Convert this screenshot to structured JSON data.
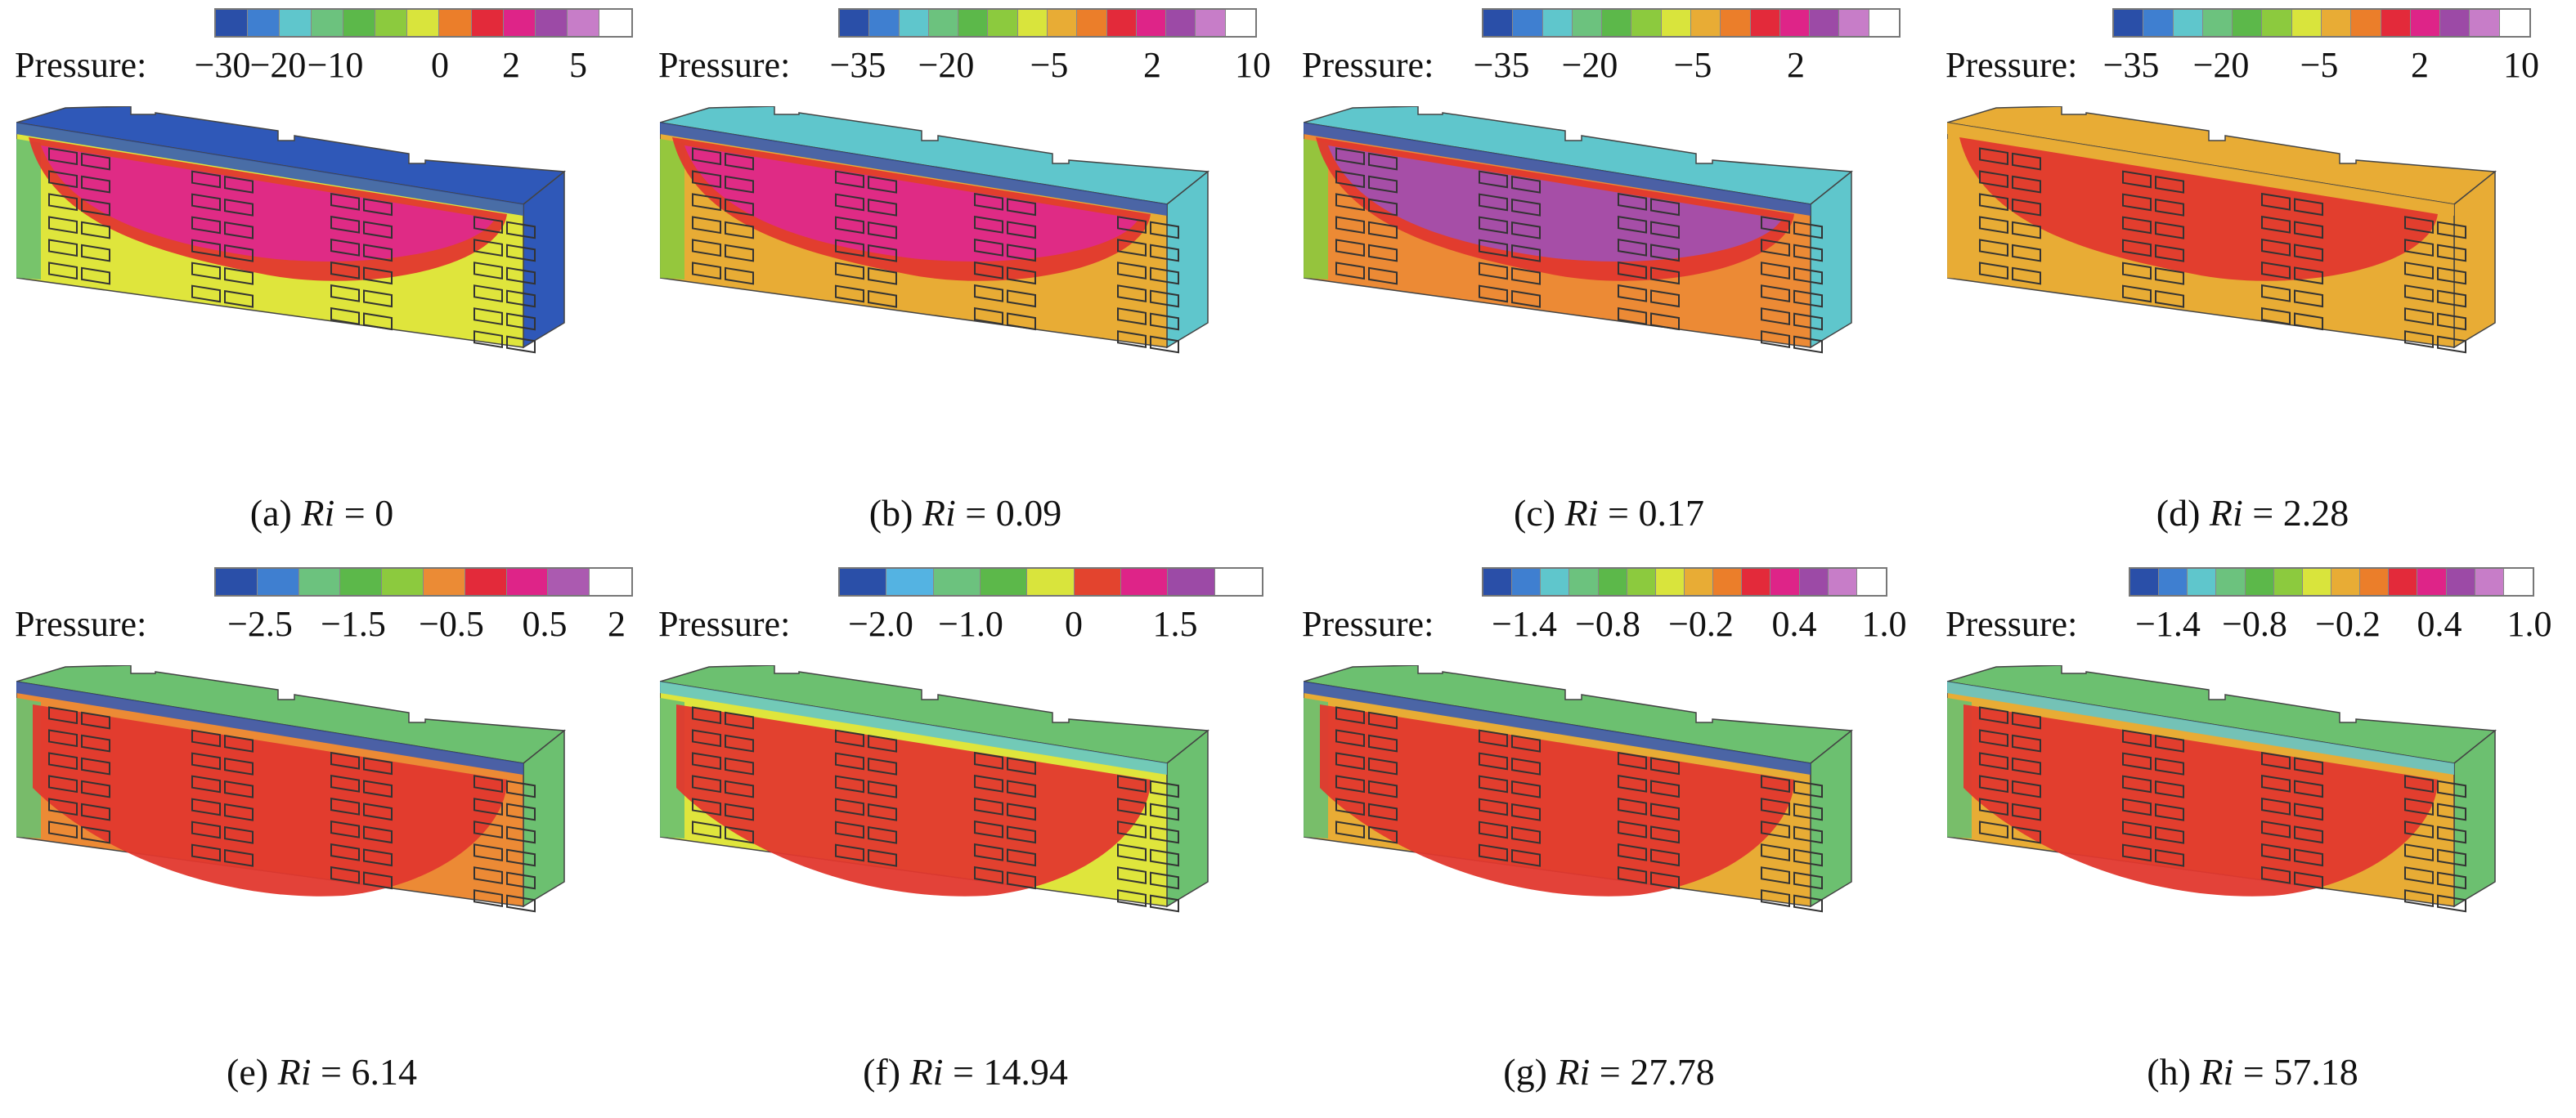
{
  "colors": {
    "p5_14": [
      "#2a4fa8",
      "#3f7fd0",
      "#5fc6cc",
      "#6cc27e",
      "#5cb84a",
      "#8cca3e",
      "#d9e43c",
      "#eb7e2a",
      "#e32a3a",
      "#de2488",
      "#9c4aa6",
      "#c77dc8",
      "#ffffff"
    ],
    "p14": [
      "#2a4fa8",
      "#3f7fd0",
      "#5fc6cc",
      "#6cc27e",
      "#5cb84a",
      "#8cca3e",
      "#d9e43c",
      "#e8ac35",
      "#eb7e2a",
      "#e32a3a",
      "#de2488",
      "#9c4aa6",
      "#c77dc8",
      "#ffffff"
    ],
    "p10": [
      "#2a4fa8",
      "#3f7fd0",
      "#6cc27e",
      "#5cb84a",
      "#8cca3e",
      "#eb8b35",
      "#e32a3a",
      "#de2488",
      "#ab5ab0",
      "#ffffff"
    ],
    "p9": [
      "#2a4fa8",
      "#54b3e2",
      "#6cc27e",
      "#5cb84a",
      "#d9e43c",
      "#e3442e",
      "#de2488",
      "#9c4aa6",
      "#ffffff"
    ],
    "surface": {
      "dark_blue": "#2f58b8",
      "light_blue": "#5fc6cc",
      "green": "#6cc070",
      "light_green": "#8cca3e",
      "yellow": "#dfe53c",
      "orange_yellow": "#e8ac35",
      "orange": "#ec8a35",
      "red": "#e2382e",
      "magenta": "#de2a8a",
      "purple": "#a24fae",
      "outline": "#444444"
    }
  },
  "panels": [
    {
      "legend_label": "Pressure:",
      "ticks": [
        "−30",
        "−20",
        "−10",
        "0",
        "2",
        "5"
      ],
      "caption_prefix": "(a) ",
      "caption_var": "Ri",
      "caption_suffix": " = 0"
    },
    {
      "legend_label": "Pressure:",
      "ticks": [
        "−35",
        "−20",
        "−5",
        "2",
        "10"
      ],
      "caption_prefix": "(b) ",
      "caption_var": "Ri",
      "caption_suffix": " = 0.09"
    },
    {
      "legend_label": "Pressure:",
      "ticks": [
        "−35",
        "−20",
        "−5",
        "2"
      ],
      "caption_prefix": "(c) ",
      "caption_var": "Ri",
      "caption_suffix": " = 0.17"
    },
    {
      "legend_label": "Pressure:",
      "ticks": [
        "−35",
        "−20",
        "−5",
        "2",
        "10"
      ],
      "caption_prefix": "(d) ",
      "caption_var": "Ri",
      "caption_suffix": " = 2.28"
    },
    {
      "legend_label": "Pressure:",
      "ticks": [
        "−2.5",
        "−1.5",
        "−0.5",
        "0.5",
        "2"
      ],
      "caption_prefix": "(e) ",
      "caption_var": "Ri",
      "caption_suffix": " = 6.14"
    },
    {
      "legend_label": "Pressure:",
      "ticks": [
        "−2.0",
        "−1.0",
        "0",
        "1.5"
      ],
      "caption_prefix": "(f) ",
      "caption_var": "Ri",
      "caption_suffix": " = 14.94"
    },
    {
      "legend_label": "Pressure:",
      "ticks": [
        "−1.4",
        "−0.8",
        "−0.2",
        "0.4",
        "1.0"
      ],
      "caption_prefix": "(g) ",
      "caption_var": "Ri",
      "caption_suffix": " = 27.78"
    },
    {
      "legend_label": "Pressure:",
      "ticks": [
        "−1.4",
        "−0.8",
        "−0.2",
        "0.4",
        "1.0"
      ],
      "caption_prefix": "(h) ",
      "caption_var": "Ri",
      "caption_suffix": " = 57.18"
    }
  ]
}
